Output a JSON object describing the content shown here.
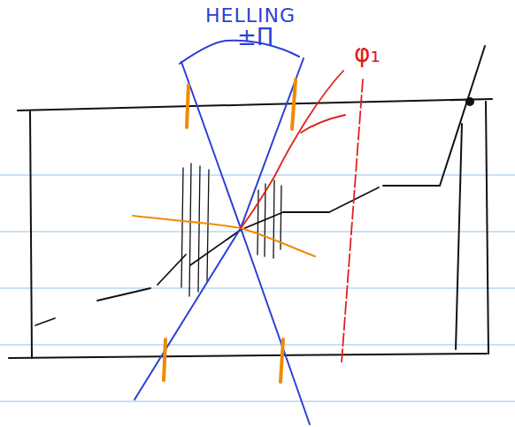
{
  "diagram": {
    "labels": [
      "HELLING",
      "±Π",
      "φ₁"
    ]
  }
}
